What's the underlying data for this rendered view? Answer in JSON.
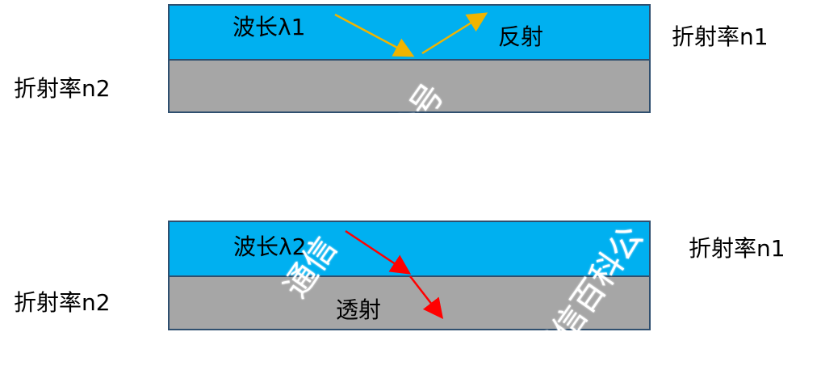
{
  "top": {
    "wavelength_label": "波长λ1",
    "reflect_label": "反射",
    "n1_label": "折射率n1",
    "n2_label": "折射率n2",
    "arrow_color": "#f0b400"
  },
  "bottom": {
    "wavelength_label": "波长λ2",
    "transmit_label": "透射",
    "n1_label": "折射率n1",
    "n2_label": "折射率n2",
    "arrow_color": "#ff0000"
  },
  "colors": {
    "upper_layer": "#00b0f0",
    "lower_layer": "#a6a6a6"
  },
  "watermark": {
    "text_a": "通信",
    "text_b": "公号",
    "text_c": "通信百科公"
  }
}
